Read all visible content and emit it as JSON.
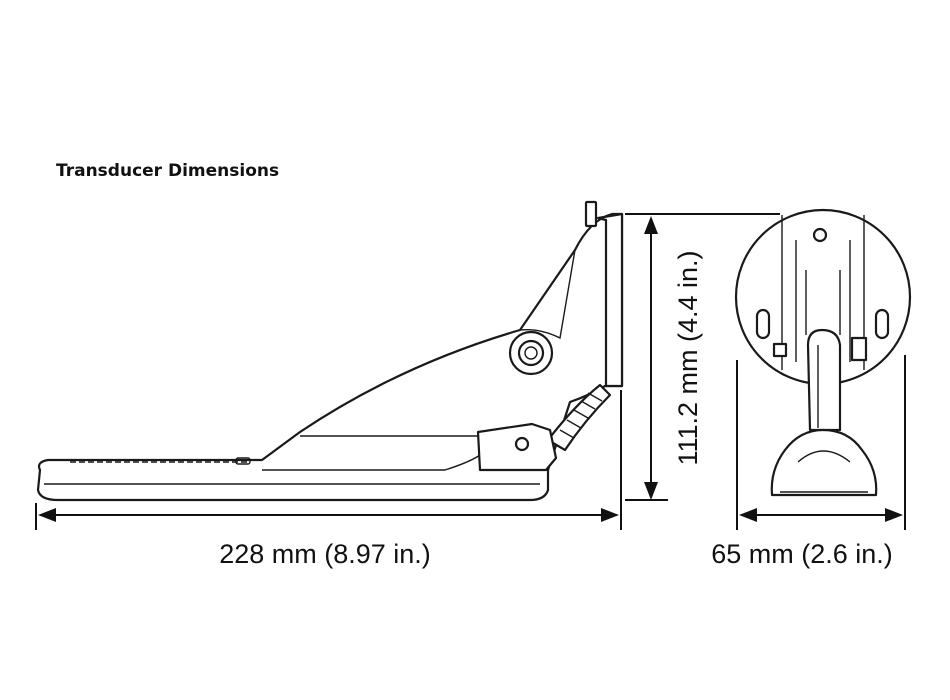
{
  "title": "Transducer Dimensions",
  "dimensions": {
    "length_label": "228 mm (8.97 in.)",
    "height_label": "111.2 mm (4.4 in.)",
    "width_label": "65 mm (2.6 in.)"
  },
  "colors": {
    "line": "#111111",
    "background": "#ffffff"
  }
}
